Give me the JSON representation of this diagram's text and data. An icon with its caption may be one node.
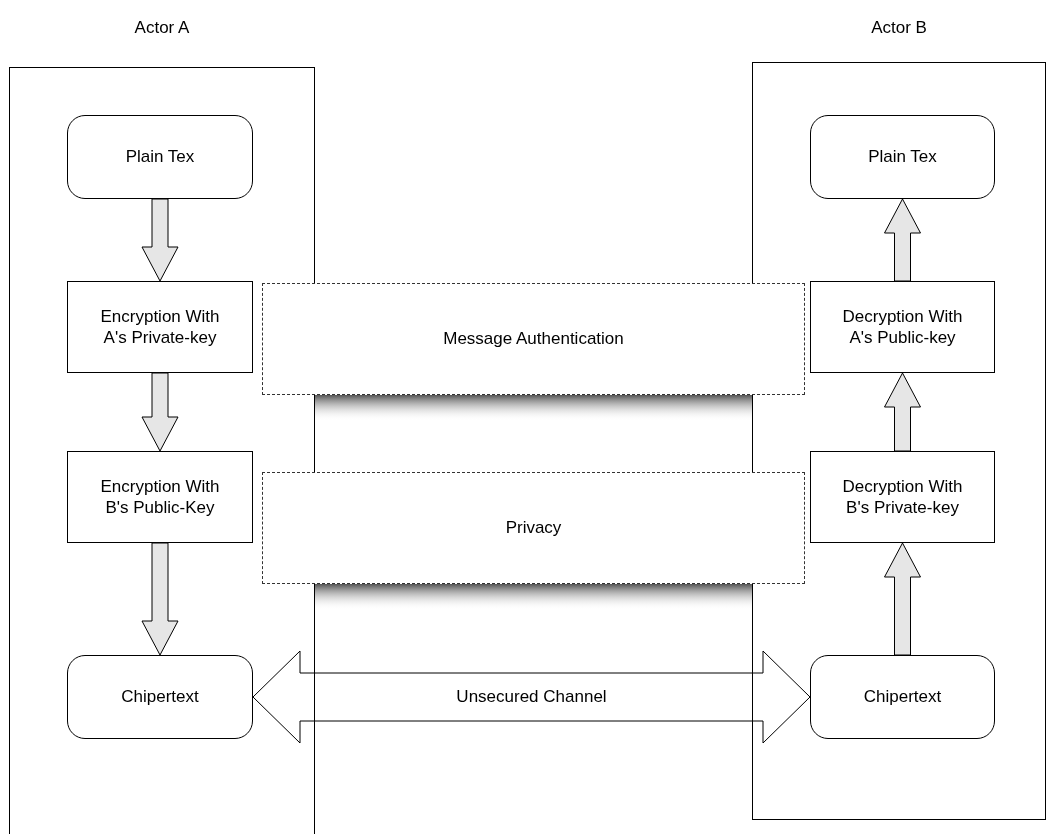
{
  "diagram": {
    "nodes": [
      {
        "text": [
          "Actor A"
        ]
      },
      {
        "text": [
          "Plain Tex"
        ],
        "in": 0
      },
      {
        "text": [
          "Encryption With A's Private-key"
        ],
        "in": 0
      },
      {
        "text": [
          "Encryption With B's Public-Key"
        ],
        "in": 0
      },
      {
        "text": [
          "Chipertext"
        ],
        "in": 0
      },
      {
        "text": [
          "Actor B"
        ]
      },
      {
        "text": [
          "Plain Tex"
        ],
        "in": 5
      },
      {
        "text": [
          "Decryption With A's Public-key"
        ],
        "in": 5
      },
      {
        "text": [
          "Decryption With B's Private-key"
        ],
        "in": 5
      },
      {
        "text": [
          "Chipertext"
        ],
        "in": 5
      },
      {
        "text": [
          "Message Authentication"
        ]
      },
      {
        "text": [
          "Privacy"
        ]
      }
    ],
    "edges": [
      {
        "from": 1,
        "to": 2,
        "arrow": "to"
      },
      {
        "from": 2,
        "to": 3,
        "arrow": "to"
      },
      {
        "from": 3,
        "to": 4,
        "arrow": "to"
      },
      {
        "from": 4,
        "to": 9,
        "arrow": "both",
        "label": "Unsecured Channel"
      },
      {
        "from": 9,
        "to": 8,
        "arrow": "to"
      },
      {
        "from": 8,
        "to": 7,
        "arrow": "to"
      },
      {
        "from": 7,
        "to": 6,
        "arrow": "to"
      }
    ]
  }
}
